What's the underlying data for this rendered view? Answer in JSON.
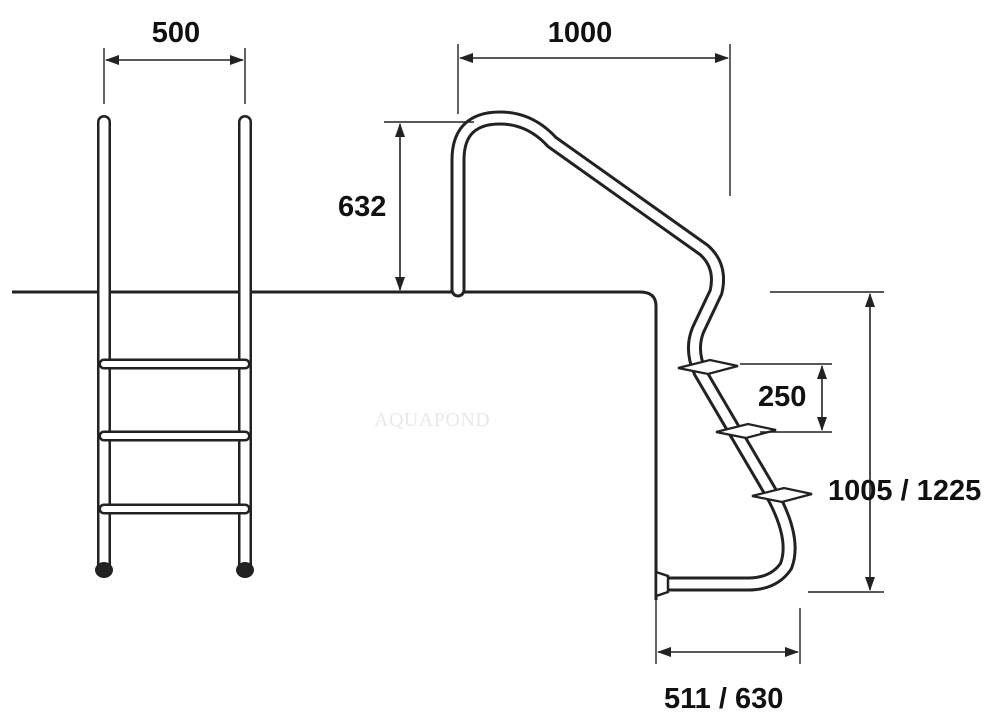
{
  "dimensions": {
    "ladder_width": "500",
    "handrail_reach": "1000",
    "handrail_height": "632",
    "step_spacing": "250",
    "ladder_depth": "1005 / 1225",
    "ladder_base_offset": "511 / 630"
  },
  "watermark": "AQUAPOND"
}
